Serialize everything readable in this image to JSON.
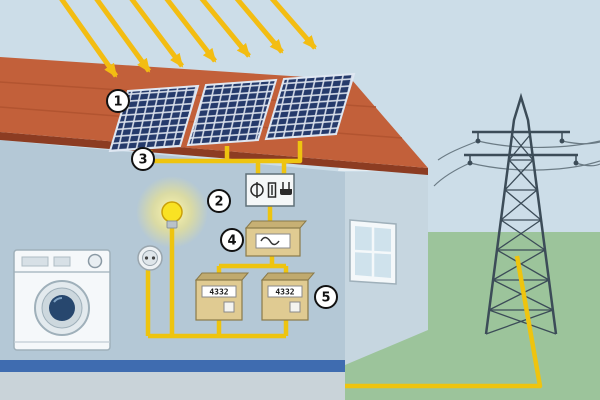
{
  "diagram": {
    "type": "solar-pv-home-energy-system",
    "callouts": [
      {
        "number": "1"
      },
      {
        "number": "2"
      },
      {
        "number": "3"
      },
      {
        "number": "4"
      },
      {
        "number": "5"
      }
    ],
    "meters": {
      "meter1_reading": "4332",
      "meter2_reading": "4332"
    },
    "colors": {
      "sky": "#ccdde8",
      "grass": "#9cc49b",
      "roof": "#c2603a",
      "roof_shadow": "#8c3c22",
      "wall_front": "#b4c8d6",
      "wall_side": "#c6d6e0",
      "gable": "#e6edf2",
      "cable_yellow": "#eec40f",
      "ray_yellow": "#f3bd12",
      "panel_dark_blue": "#253a6b",
      "baseboard_blue": "#3f6cb0",
      "equipment_beige": "#e0cb92",
      "tower_gray": "#3c4c58"
    }
  }
}
